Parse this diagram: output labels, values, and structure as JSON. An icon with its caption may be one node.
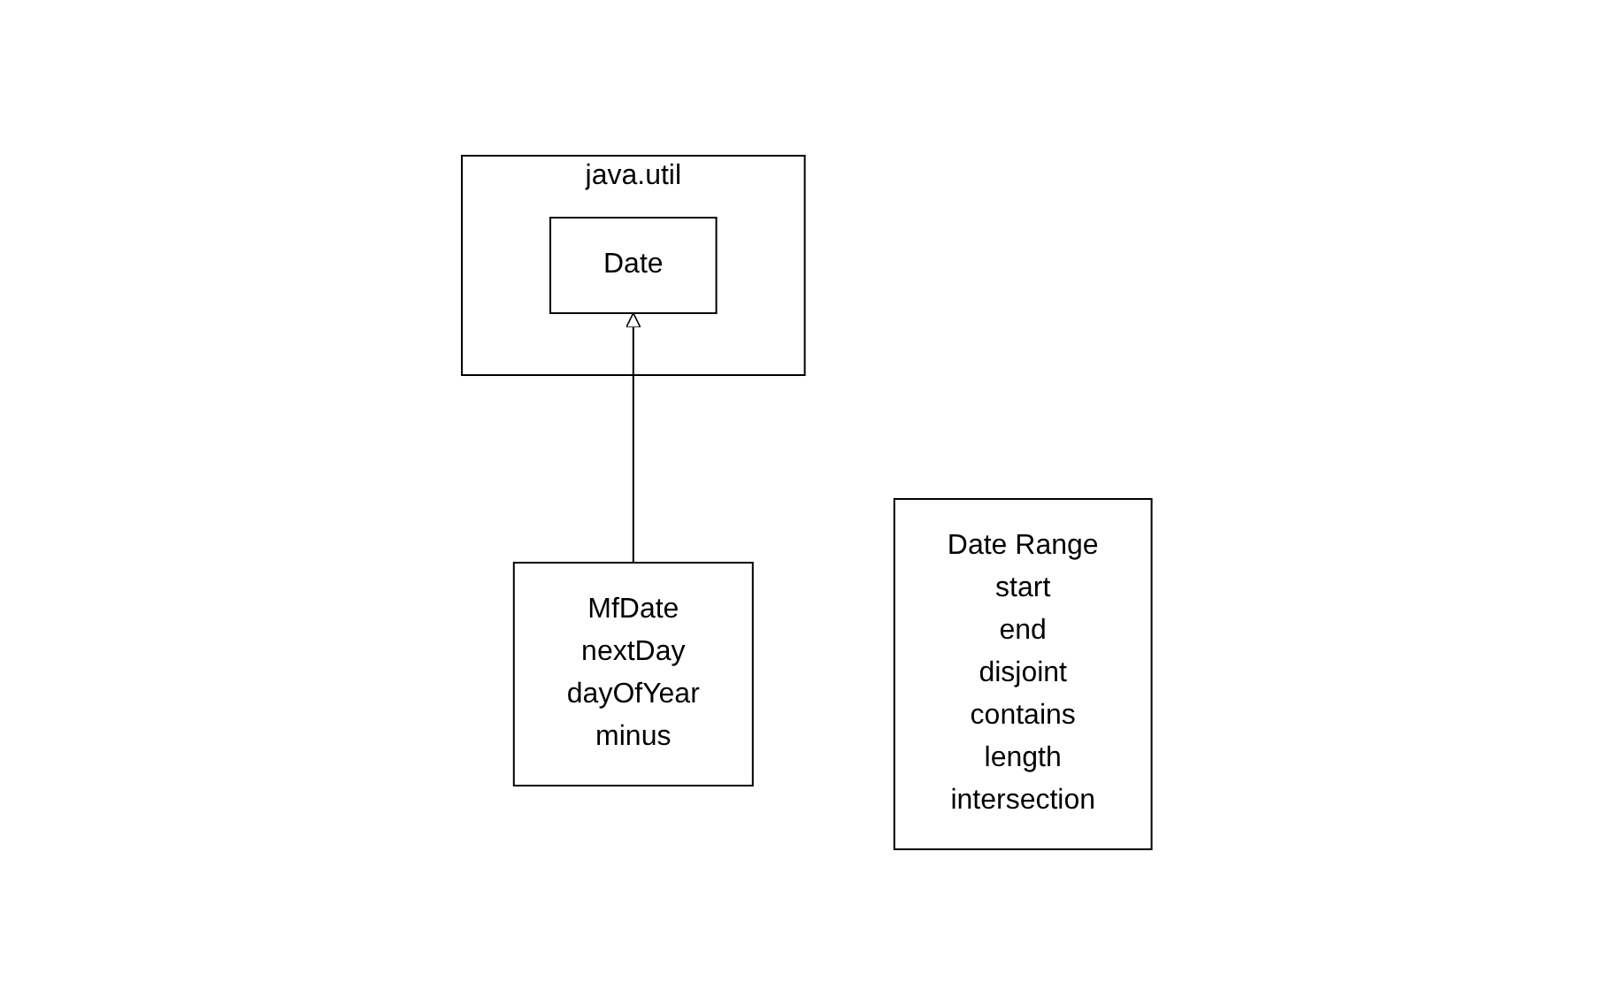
{
  "diagram": {
    "nodes": [
      {
        "text": [
          "java.util"
        ]
      },
      {
        "text": [
          "Date"
        ],
        "in": 0
      },
      {
        "text": [
          "MfDate",
          "nextDay",
          "dayOfYear",
          "minus"
        ]
      },
      {
        "text": [
          "Date Range",
          "start",
          "end",
          "disjoint",
          "contains",
          "length",
          "intersection"
        ]
      }
    ],
    "edges": [
      {
        "from": 2,
        "to": 1,
        "arrow": "to"
      }
    ]
  }
}
